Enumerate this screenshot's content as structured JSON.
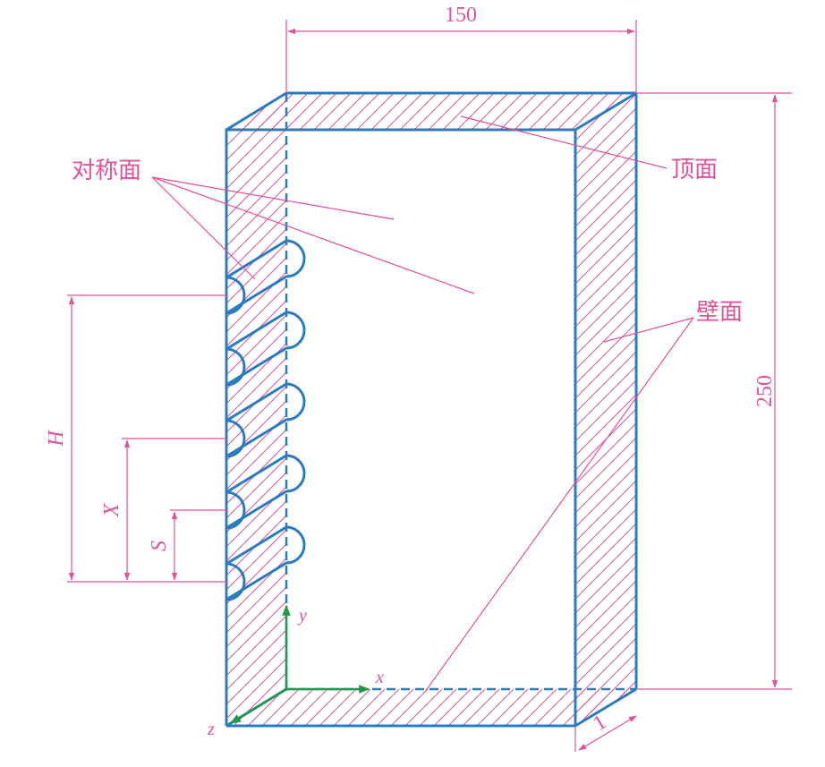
{
  "labels": {
    "symmetry_plane": "对称面",
    "top_surface": "顶面",
    "wall_surface": "壁面"
  },
  "dimensions": {
    "width": "150",
    "height": "250",
    "depth": "1",
    "H": "H",
    "X": "X",
    "S": "S"
  },
  "axes": {
    "x": "x",
    "y": "y",
    "z": "z"
  },
  "colors": {
    "structure": "#2b7bbf",
    "annotation": "#e0529a",
    "axis": "#1f9a4a"
  }
}
